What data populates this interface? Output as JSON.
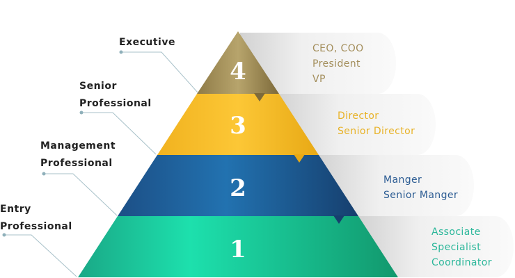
{
  "levels": [
    {
      "number": "1",
      "label_lines": [
        "Entry",
        "Professional"
      ],
      "roles": [
        "Associate",
        "Specialist",
        "Coordinator"
      ],
      "color": "#1fbf93",
      "text_color": "#2bb79a"
    },
    {
      "number": "2",
      "label_lines": [
        "Management",
        "Professional"
      ],
      "roles": [
        "Manger",
        "Senior Manger"
      ],
      "color": "#1d5f98",
      "text_color": "#2c5c93"
    },
    {
      "number": "3",
      "label_lines": [
        "Senior",
        "Professional"
      ],
      "roles": [
        "Director",
        "Senior Director"
      ],
      "color": "#f8bf2a",
      "text_color": "#e8b227"
    },
    {
      "number": "4",
      "label_lines": [
        "Executive"
      ],
      "roles": [
        "CEO, COO",
        "President",
        "VP"
      ],
      "color": "#a7945e",
      "text_color": "#a38e5b"
    }
  ]
}
